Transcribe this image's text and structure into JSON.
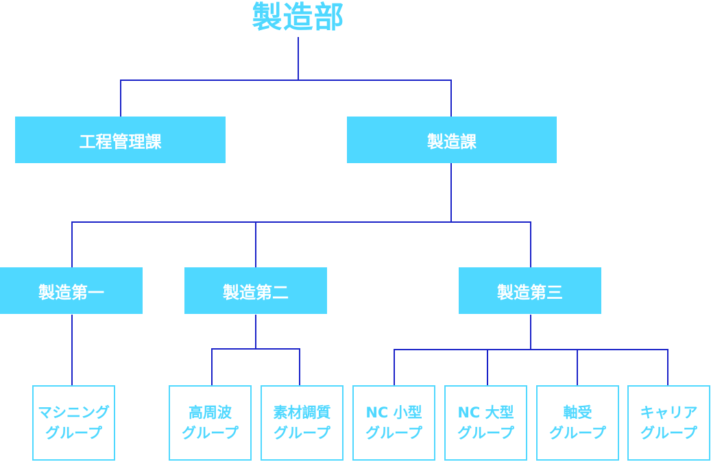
{
  "title": "製造部",
  "level1": {
    "process_mgmt": "工程管理課",
    "manufacturing": "製造課"
  },
  "level2": {
    "first": "製造第一",
    "second": "製造第二",
    "third": "製造第三"
  },
  "groups": [
    {
      "line1": "マシニング",
      "line2": "グループ"
    },
    {
      "line1": "高周波",
      "line2": "グループ"
    },
    {
      "line1": "素材調質",
      "line2": "グループ"
    },
    {
      "line1": "NC 小型",
      "line2": "グループ"
    },
    {
      "line1": "NC 大型",
      "line2": "グループ"
    },
    {
      "line1": "軸受",
      "line2": "グループ"
    },
    {
      "line1": "キャリア",
      "line2": "グループ"
    }
  ],
  "colors": {
    "box": "#4fd8ff",
    "line": "#1a22c8"
  }
}
